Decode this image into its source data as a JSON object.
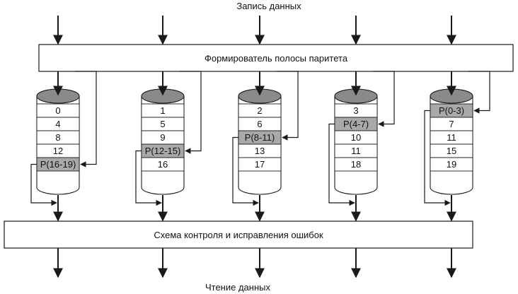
{
  "title_top": "Запись данных",
  "title_bottom": "Чтение данных",
  "parity_former": "Формирователь полосы паритета",
  "error_scheme": "Схема контроля и исправления ошибок",
  "colors": {
    "parity_fill": "#a9a9a9",
    "disk_top": "#8a8a8a",
    "stroke": "#1a1a1a"
  },
  "disks": [
    {
      "blocks": [
        "0",
        "4",
        "8",
        "12",
        "P(16-19)"
      ],
      "parity_index": 4
    },
    {
      "blocks": [
        "1",
        "5",
        "9",
        "P(12-15)",
        "16"
      ],
      "parity_index": 3
    },
    {
      "blocks": [
        "2",
        "6",
        "P(8-11)",
        "13",
        "17"
      ],
      "parity_index": 2
    },
    {
      "blocks": [
        "3",
        "P(4-7)",
        "10",
        "11",
        "18"
      ],
      "parity_index": 1
    },
    {
      "blocks": [
        "P(0-3)",
        "7",
        "11",
        "15",
        "19"
      ],
      "parity_index": 0
    }
  ]
}
